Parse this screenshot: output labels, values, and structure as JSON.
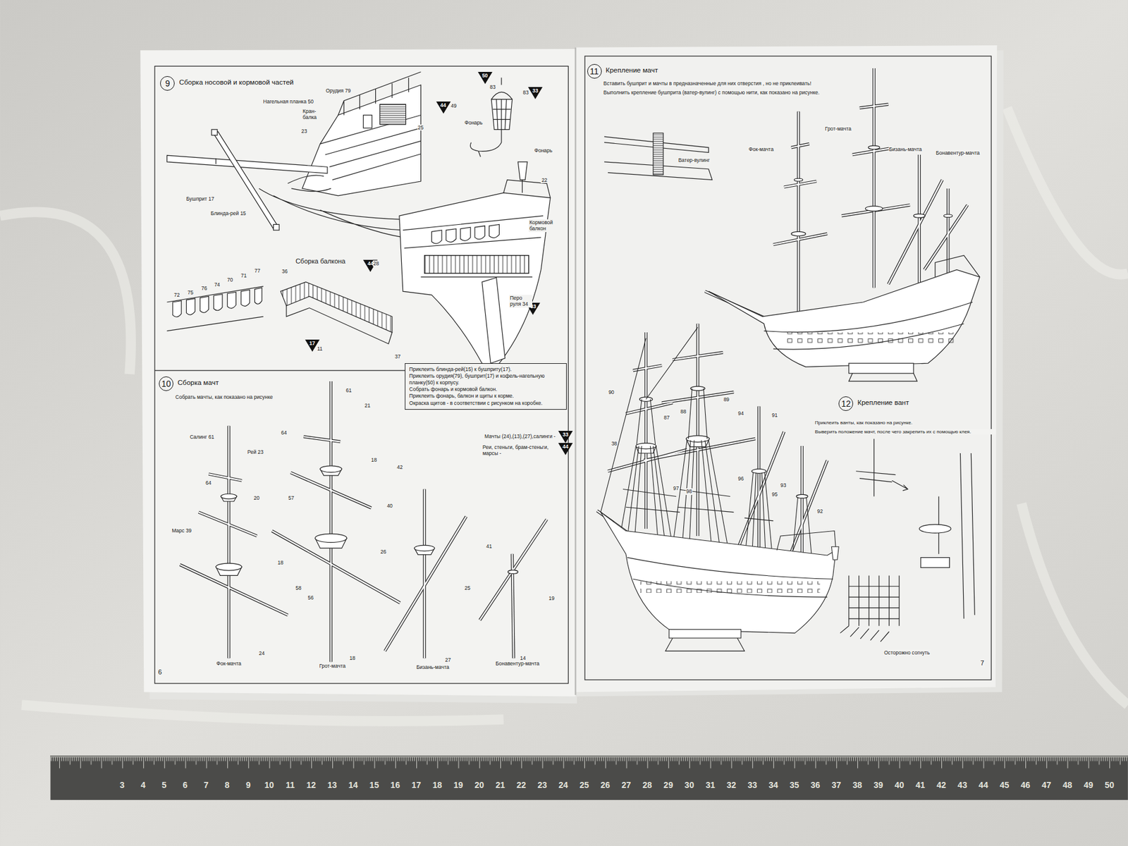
{
  "diagram": {
    "nodes": [
      {
        "text": [
          "9",
          "Сборка носовой и кормовой частей"
        ]
      },
      {
        "text": [
          "50"
        ]
      },
      {
        "text": [
          "44"
        ]
      },
      {
        "text": [
          "33"
        ]
      },
      {
        "text": [
          "44"
        ]
      },
      {
        "text": [
          "33"
        ]
      },
      {
        "text": [
          "17"
        ]
      },
      {
        "text": [
          "Приклеить блинда-рей(15) к бушприту(17).",
          "Приклеить орудия(79), бушприт(17) и кофель-нагельную планку(50) к корпусу.",
          "Собрать фонарь и кормовой балкон.",
          "Приклеить фонарь, балкон и щиты к корме.",
          "Окраска щитов - в соответствии с рисунком на коробке."
        ]
      },
      {
        "text": [
          "10",
          "Сборка мачт"
        ]
      },
      {
        "text": [
          "33"
        ]
      },
      {
        "text": [
          "44"
        ]
      },
      {
        "text": [
          "11",
          "Крепление мачт"
        ]
      },
      {
        "text": [
          "12",
          "Крепление вант"
        ]
      }
    ],
    "labels": [
      "Нагельная планка 50",
      "Орудия 79",
      "Кран-балка",
      "23",
      "25",
      "83",
      "83",
      "49",
      "Фонарь",
      "Фонарь",
      "22",
      "Кормовой балкон",
      "Перо руля 34",
      "Бушприт 17",
      "Блинда-рей 15",
      "Сборка балкона",
      "28",
      "36",
      "11",
      "37",
      "72",
      "75",
      "76",
      "74",
      "70",
      "71",
      "77",
      "Собрать мачты, как показано на рисунке",
      "Салинг 61",
      "Рей 23",
      "64",
      "20",
      "Марс 39",
      "18",
      "24",
      "Фок-мачта",
      "61",
      "21",
      "64",
      "18",
      "57",
      "58",
      "56",
      "26",
      "18",
      "Грот-мачта",
      "42",
      "40",
      "25",
      "27",
      "Бизань-мачта",
      "41",
      "19",
      "14",
      "Бонавентур-мачта",
      "Мачты (24),(13),(27),салинги -",
      "Реи, стеньги, брам-стеньги, марсы -",
      "6",
      "Вставить бушприт и мачты в предназначенные для них отверстия , но не приклеивать!",
      "Выполнить крепление бушприта (ватер-вулинг) с помощью нити, как показано на рисунке.",
      "Ватер-вулинг",
      "Грот-мачта",
      "Фок-мачта",
      "Бизань-мачта",
      "Бонавентур-мачта",
      "Приклеить ванты, как показано на рисунке.",
      "Выверить положение мачт, после чего закрепить их с помощью клея.",
      "90",
      "89",
      "88",
      "87",
      "94",
      "91",
      "38",
      "96",
      "93",
      "95",
      "97",
      "98",
      "92",
      "Осторожно согнуть",
      "7",
      "3",
      "4",
      "5",
      "6",
      "7",
      "8",
      "9",
      "10",
      "11",
      "12",
      "13",
      "14",
      "15",
      "16",
      "17",
      "18",
      "19",
      "20",
      "21",
      "22",
      "23",
      "24",
      "25",
      "26",
      "27",
      "28",
      "29",
      "30",
      "31",
      "32",
      "33",
      "34",
      "35",
      "36",
      "37",
      "38",
      "39",
      "40",
      "41",
      "42",
      "43",
      "44",
      "45",
      "46",
      "47",
      "48",
      "49",
      "50"
    ]
  }
}
